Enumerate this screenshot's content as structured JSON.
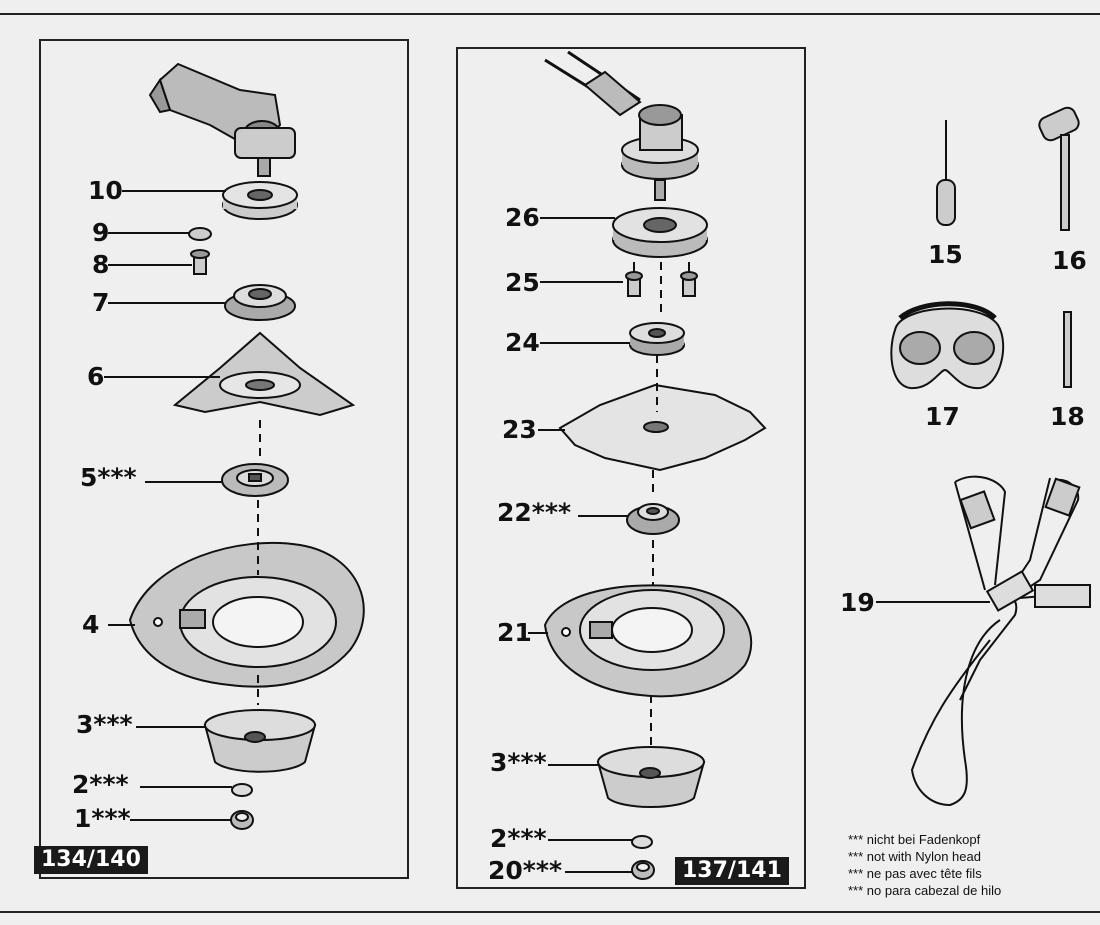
{
  "panels": {
    "left": {
      "model": "134/140"
    },
    "middle": {
      "model": "137/141"
    }
  },
  "labels": {
    "p10": "10",
    "p9": "9",
    "p8": "8",
    "p7": "7",
    "p6": "6",
    "p5": "5***",
    "p4": "4",
    "p3a": "3***",
    "p2a": "2***",
    "p1": "1***",
    "p26": "26",
    "p25": "25",
    "p24": "24",
    "p23": "23",
    "p22": "22***",
    "p21": "21",
    "p3b": "3***",
    "p2b": "2***",
    "p20": "20***",
    "p15": "15",
    "p16": "16",
    "p17": "17",
    "p18": "18",
    "p19": "19"
  },
  "notes": [
    "*** nicht bei Fadenkopf",
    "*** not with Nylon head",
    "*** ne pas avec  tête fils",
    "*** no para cabezal de hilo"
  ]
}
